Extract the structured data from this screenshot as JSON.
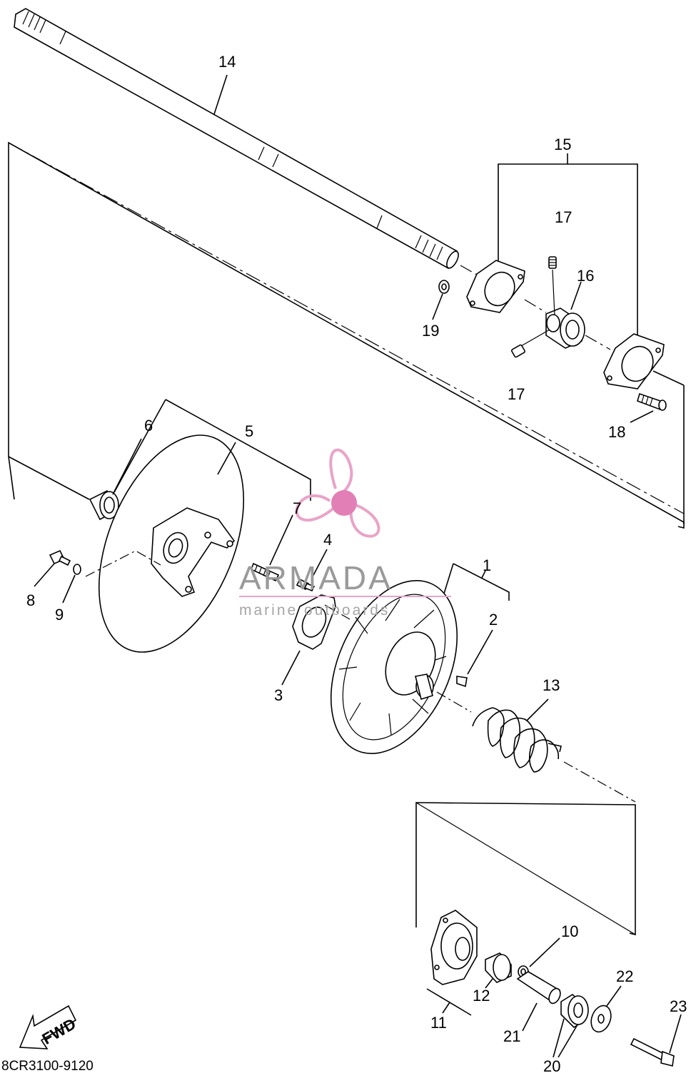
{
  "callouts": {
    "c1": "1",
    "c2": "2",
    "c3": "3",
    "c4": "4",
    "c5": "5",
    "c6": "6",
    "c7": "7",
    "c8": "8",
    "c9": "9",
    "c10": "10",
    "c11": "11",
    "c12": "12",
    "c13": "13",
    "c14": "14",
    "c15": "15",
    "c16": "16",
    "c17a": "17",
    "c17b": "17",
    "c18": "18",
    "c19": "19",
    "c20": "20",
    "c21": "21",
    "c22": "22",
    "c23": "23"
  },
  "fwd_label": "FWD",
  "diagram_code": "8CR3100-9120",
  "watermark": {
    "title": "ARMADA",
    "subtitle": "marine outboards",
    "logo_color": "#e9a3c9",
    "logo_center_color": "#e27fb6"
  }
}
